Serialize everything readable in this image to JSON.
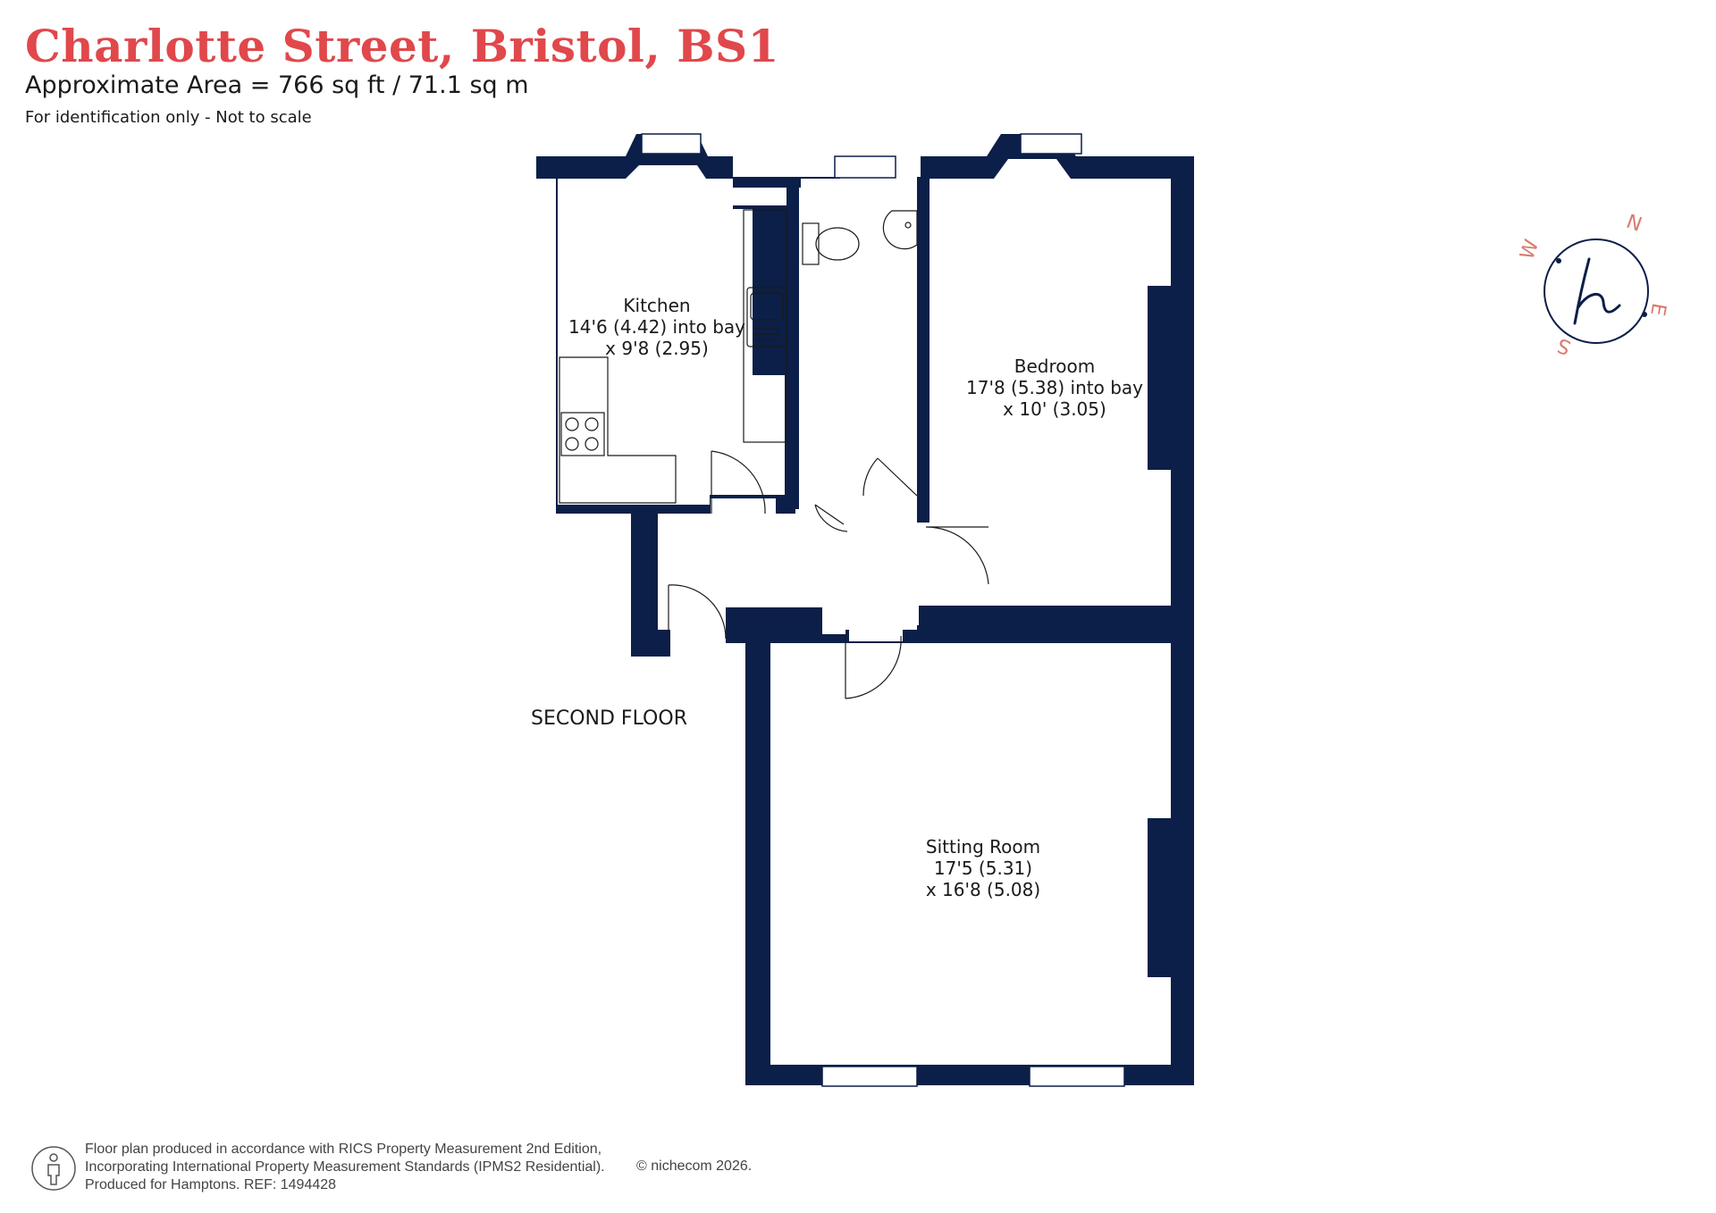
{
  "header": {
    "title": "Charlotte Street, Bristol, BS1",
    "area": "Approximate Area = 766  sq ft / 71.1  sq m",
    "note": "For identification only - Not to scale"
  },
  "colors": {
    "title": "#e0484b",
    "wall": "#0c1f48",
    "compass_accent": "#d87b6e"
  },
  "floor_label": "SECOND FLOOR",
  "rooms": [
    {
      "name": "Kitchen",
      "dim1": "14'6 (4.42) into bay",
      "dim2": "x 9'8 (2.95)"
    },
    {
      "name": "Bedroom",
      "dim1": "17'8 (5.38) into bay",
      "dim2": "x 10' (3.05)"
    },
    {
      "name": "Sitting Room",
      "dim1": "17'5 (5.31)",
      "dim2": "x 16'8 (5.08)"
    }
  ],
  "compass": {
    "n": "N",
    "e": "E",
    "s": "S",
    "w": "W",
    "logo": "h"
  },
  "footer": {
    "line1": "Floor plan produced in accordance with RICS Property Measurement 2nd Edition,",
    "line2": "Incorporating International Property Measurement Standards (IPMS2 Residential).",
    "line3": "Produced for Hamptons.   REF:  1494428",
    "copyright": "© nichecom 2026."
  },
  "icons": [
    "person-icon",
    "compass-logo-icon",
    "toilet-icon",
    "basin-icon",
    "sink-icon",
    "hob-icon"
  ]
}
